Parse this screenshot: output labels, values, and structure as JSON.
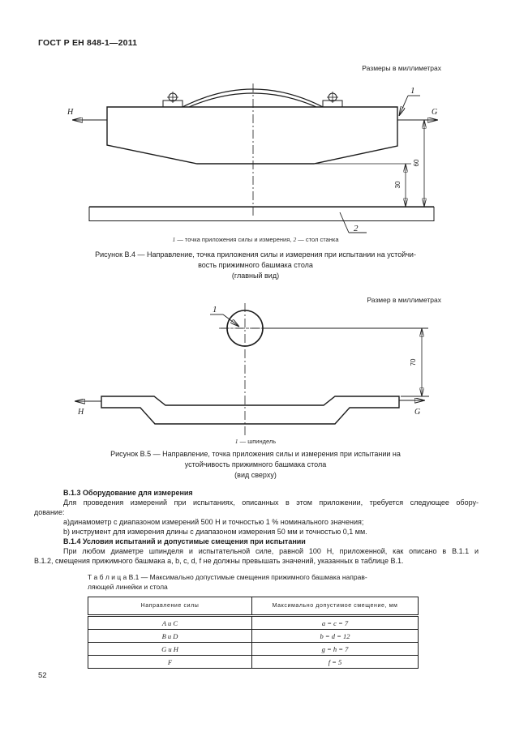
{
  "page": {
    "header_title": "ГОСТ Р ЕН 848-1—2011",
    "page_number": "52"
  },
  "figure_b4": {
    "units_note": "Размеры в миллиметрах",
    "labels": {
      "h": "H",
      "g": "G",
      "point1": "1",
      "point2": "2"
    },
    "dimensions": {
      "d60": "60",
      "d30": "30"
    },
    "legend": {
      "num1": "1",
      "text1": " — точка приложения силы  и измерения, ",
      "num2": "2",
      "text2": " — стол станка"
    },
    "caption_line1": "Рисунок В.4 — Направление, точка приложения силы и  измерения при испытании на устойчи-",
    "caption_line2": "вость прижимного башмака стола",
    "caption_line3": "(главный вид)"
  },
  "figure_b5": {
    "units_note": "Размер в миллиметрах",
    "labels": {
      "h": "H",
      "g": "G",
      "point1": "1"
    },
    "dimensions": {
      "d70": "70"
    },
    "legend": {
      "num1": "1",
      "text1": " — шпиндель"
    },
    "caption_line1": "Рисунок В.5 — Направление, точка приложения силы и  измерения при испытании на",
    "caption_line2": "устойчивость прижимного башмака стола",
    "caption_line3": "(вид сверху)"
  },
  "section_b13": {
    "heading": "В.1.3 Оборудование для измерения",
    "line1": "Для проведения измерений при испытаниях, описанных в этом приложении, требуется следующее обору-",
    "line2": "дование:",
    "item_a": "а)динамометр с диапазоном измерений 500 Н и точностью 1 % номинального значения;",
    "item_b": "b) инструмент для измерения длины с диапазоном измерения 50 мм и точностью 0,1 мм."
  },
  "section_b14": {
    "heading": "В.1.4 Условия испытаний и допустимые смещения при испытании",
    "line1": "При любом диаметре шпинделя и испытательной силе, равной 100 Н, приложенной, как описано в В.1.1 и",
    "line2": "В.1.2, смещения прижимного башмака a, b, c, d, f не должны превышать значений, указанных в таблице В.1."
  },
  "table_b1": {
    "title_line1": "Т а б л и ц а  В.1 — Максимально допустимые смещения прижимного башмака направ-",
    "title_line2": "ляющей линейки и стола",
    "col1_header": "Направление силы",
    "col2_header": "Максимально допустимое смещение, мм",
    "rows": [
      {
        "direction": "A и C",
        "displacement": "a = c = 7"
      },
      {
        "direction": "B и D",
        "displacement": "b = d = 12"
      },
      {
        "direction": "G и H",
        "displacement": "g = h = 7"
      },
      {
        "direction": "F",
        "displacement": "f = 5"
      }
    ]
  }
}
